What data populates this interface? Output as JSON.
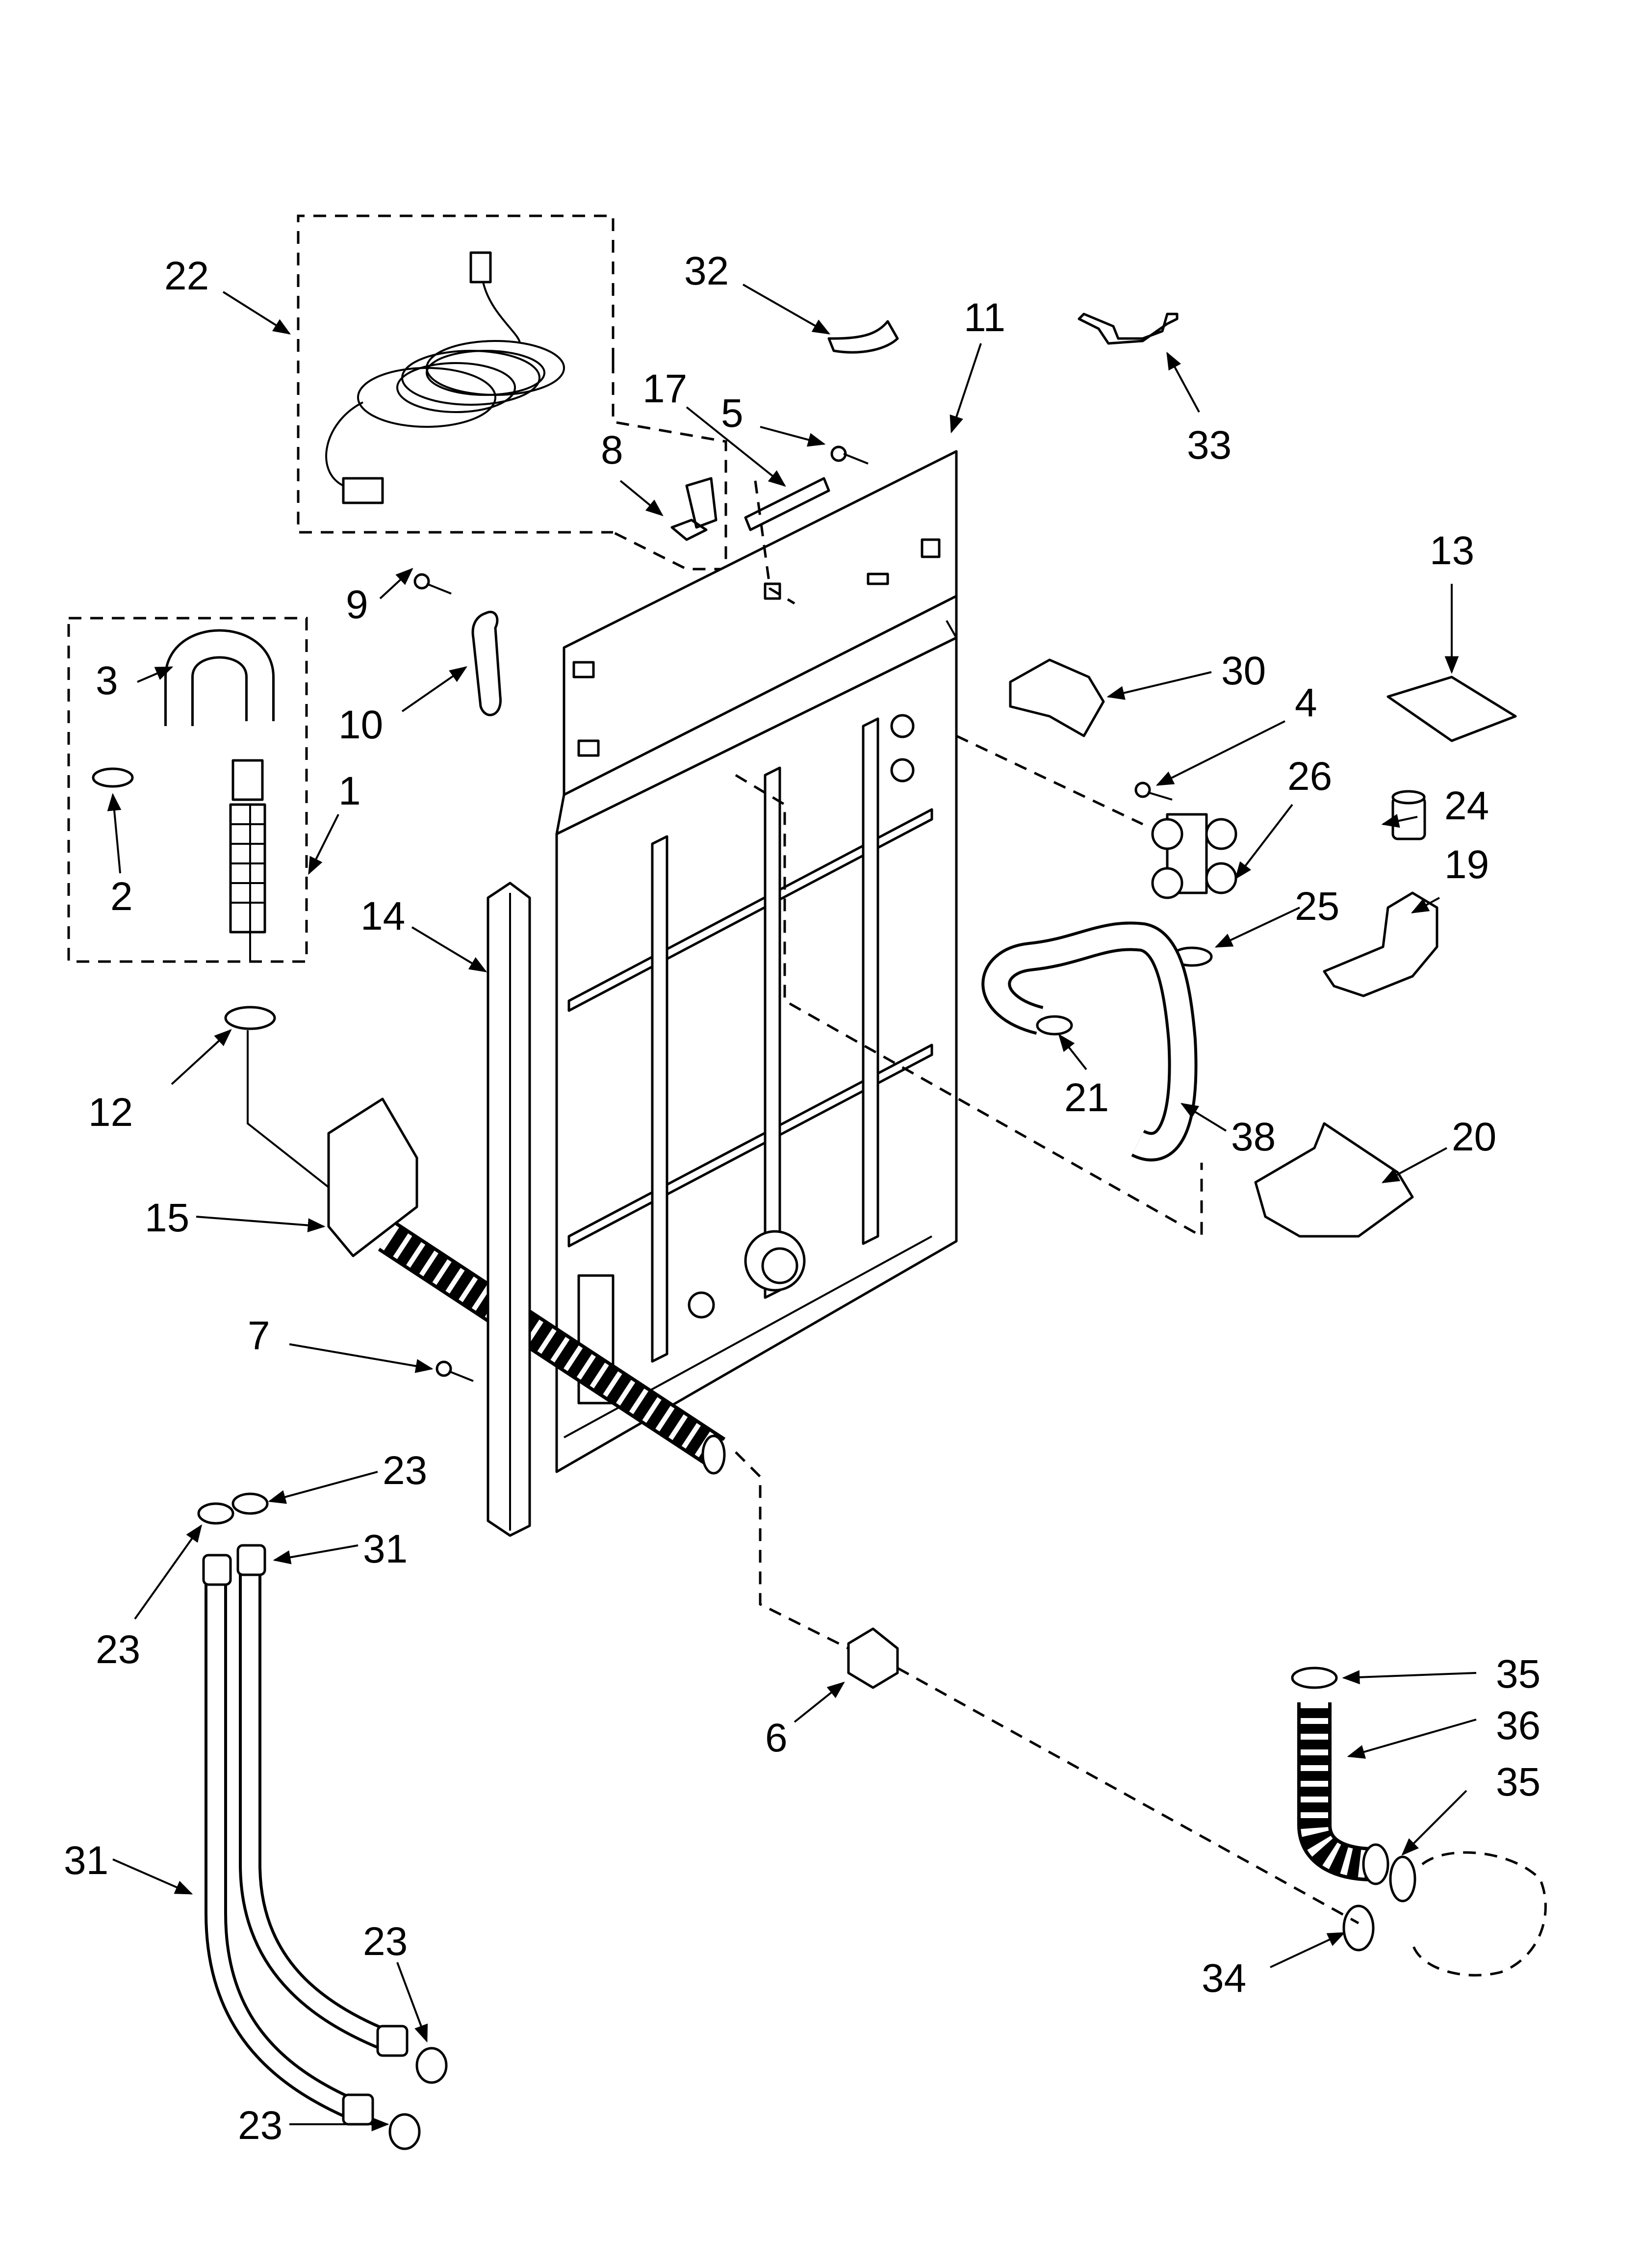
{
  "labels": {
    "l22": "22",
    "l32": "32",
    "l11": "11",
    "l33": "33",
    "l17": "17",
    "l5": "5",
    "l8": "8",
    "l13": "13",
    "l9": "9",
    "l3": "3",
    "l10": "10",
    "l30": "30",
    "l4": "4",
    "l26": "26",
    "l24": "24",
    "l1": "1",
    "l19": "19",
    "l25": "25",
    "l2": "2",
    "l14": "14",
    "l21": "21",
    "l38": "38",
    "l12": "12",
    "l20": "20",
    "l15": "15",
    "l7": "7",
    "l23a": "23",
    "l31a": "31",
    "l23b": "23",
    "l6": "6",
    "l35a": "35",
    "l36": "36",
    "l35b": "35",
    "l31b": "31",
    "l23c": "23",
    "l34": "34",
    "l23d": "23"
  }
}
